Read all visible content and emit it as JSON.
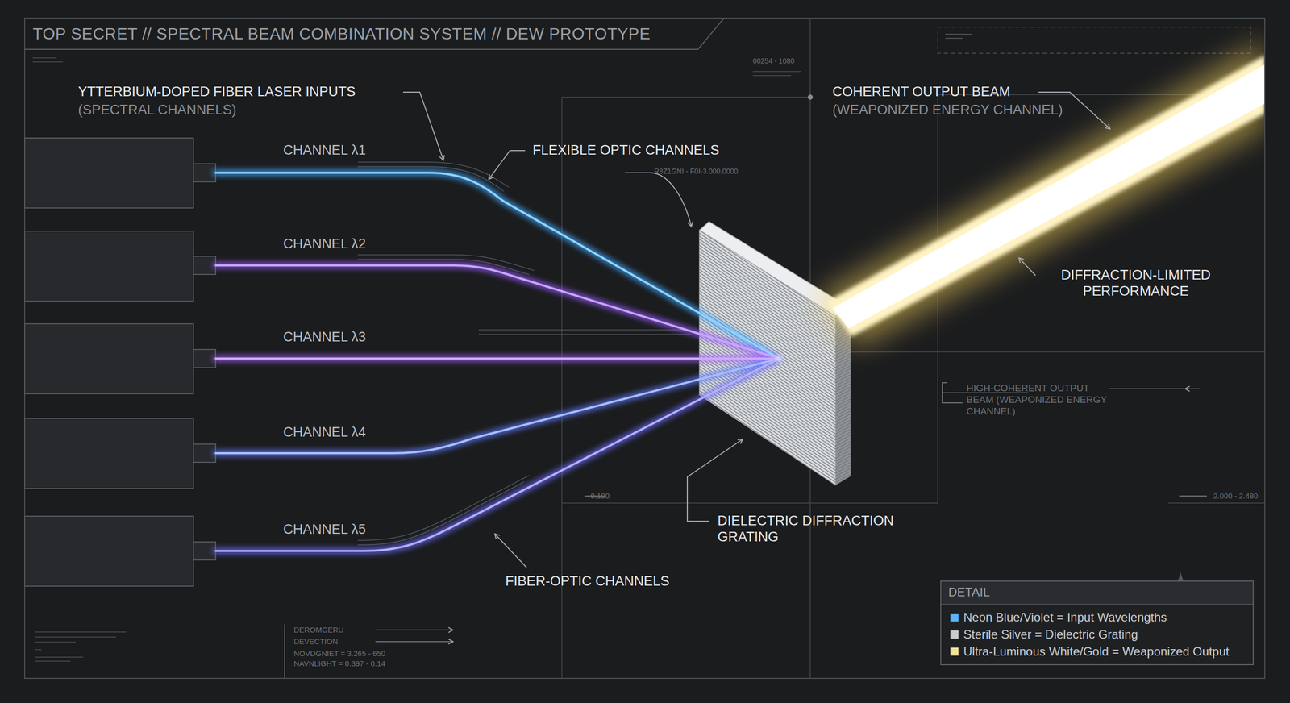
{
  "diagram": {
    "title": "TOP SECRET // SPECTRAL BEAM COMBINATION SYSTEM // DEW PROTOTYPE",
    "labels": [
      "YTTERBIUM-DOPED FIBER LASER INPUTS",
      "(SPECTRAL CHANNELS)",
      "CHANNEL λ1",
      "FLEXIBLE OPTIC CHANNELS",
      "R8Z1GNI - F0I-3.000.0000",
      "00254 - 1080",
      "COHERENT OUTPUT BEAM",
      "(WEAPONIZED ENERGY CHANNEL)",
      "CHANNEL λ2",
      "DIFFRACTION-LIMITED PERFORMANCE",
      "CHANNEL λ3",
      "HIGH-COHERENT OUTPUT BEAM (WEAPONIZED ENERGY CHANNEL)",
      "CHANNEL λ4",
      "0.100",
      "2.000 - 2.480",
      "DIELECTRIC DIFFRACTION GRATING",
      "CHANNEL λ5",
      "FIBER-OPTIC CHANNELS",
      "DETAIL",
      "DEROMGERU",
      "DEVECTION",
      "NOVDGNIET = 3.265 - 650",
      "NAVNLIGHT = 0.397 - 0.14"
    ],
    "legend": [
      {
        "text": "Neon Blue/Violet = Input Wavelengths",
        "color": "#5ab4ff"
      },
      {
        "text": "Sterile Silver = Dielectric Grating",
        "color": "#c8ccd0"
      },
      {
        "text": "Ultra-Luminous White/Gold = Weaponized Output",
        "color": "#f3e39a"
      }
    ]
  }
}
